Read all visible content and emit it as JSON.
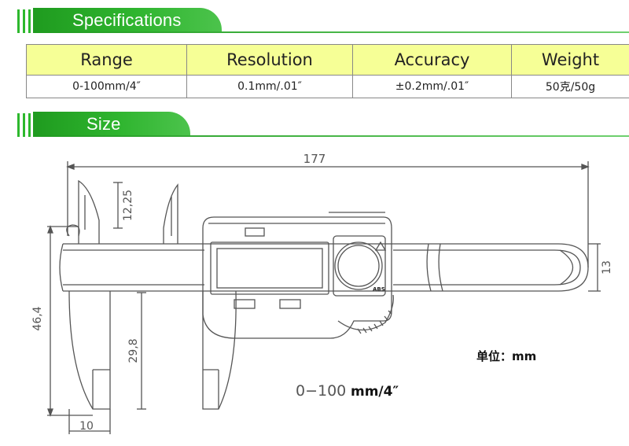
{
  "specifications": {
    "title": "Specifications",
    "columns": [
      "Range",
      "Resolution",
      "Accuracy",
      "Weight"
    ],
    "values": [
      "0-100mm/4″",
      "0.1mm/.01″",
      "±0.2mm/.01″",
      "50克/50g"
    ]
  },
  "size": {
    "title": "Size",
    "dimensions": {
      "overall_length": "177",
      "jaw_tip": "12,25",
      "beam_height": "13",
      "total_height": "46,4",
      "jaw_length": "29,8",
      "jaw_width": "10"
    },
    "range_label": "0−100",
    "range_unit": "mm/4″",
    "unit_label": "单位：mm",
    "display_badge": "ABS"
  },
  "colors": {
    "header_green": "#2db82d",
    "table_header_yellow": "#f6ff96",
    "line_gray": "#555555"
  }
}
